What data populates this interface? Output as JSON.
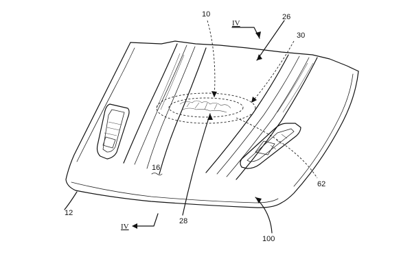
{
  "figure": {
    "labels": {
      "ref_10": "10",
      "ref_26": "26",
      "ref_30": "30",
      "ref_16": "16",
      "ref_12": "12",
      "ref_28": "28",
      "ref_62": "62",
      "ref_100": "100",
      "section_top": "IV",
      "section_bottom": "IV"
    }
  }
}
